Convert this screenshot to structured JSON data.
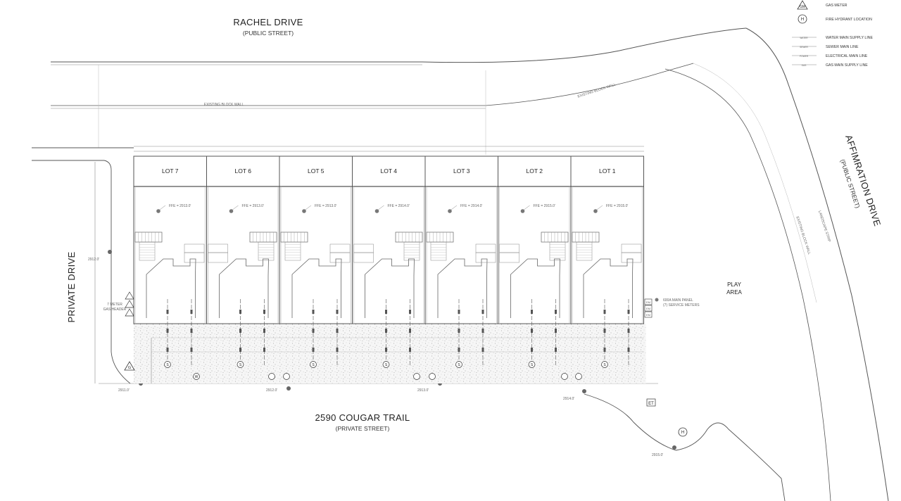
{
  "streets": {
    "north": {
      "name": "RACHEL DRIVE",
      "sub": "(PUBLIC STREET)"
    },
    "east": {
      "name": "AFFIMRATION DRIVE",
      "sub": "(PUBLIC STREET)"
    },
    "west": {
      "name": "PRIVATE DRIVE"
    },
    "south": {
      "name": "2590 COUGAR TRAIL",
      "sub": "(PRIVATE STREET)"
    }
  },
  "labels": {
    "existing_wall": "EXISTING BLOCK WALL",
    "existing_wall_2": "EXISTING BLOCK WALL",
    "existing_wall_3": "EXISTING BLOCK WALL",
    "landscape_strip": "LANDSCAPE STRIP",
    "play_area_1": "PLAY",
    "play_area_2": "AREA",
    "gas_meter_header_1": "7 METER",
    "gas_meter_header_2": "GAS HEADER",
    "main_panel_1": "600A MAIN PANEL",
    "main_panel_2": "(7) SERVICE METERS",
    "et": "ET"
  },
  "lots": [
    {
      "label": "LOT 7",
      "ffe": "FFE = 2913.0'"
    },
    {
      "label": "LOT 6",
      "ffe": "FFE = 2913.0'"
    },
    {
      "label": "LOT 5",
      "ffe": "FFE = 2913.0'"
    },
    {
      "label": "LOT 4",
      "ffe": "FFE = 2914.0'"
    },
    {
      "label": "LOT 3",
      "ffe": "FFE = 2914.0'"
    },
    {
      "label": "LOT 2",
      "ffe": "FFE = 2915.0'"
    },
    {
      "label": "LOT 1",
      "ffe": "FFE = 2915.0'"
    }
  ],
  "elevations": {
    "e1": "2912.0'",
    "e2": "2911.0'",
    "e3": "2912.0'",
    "e4": "2913.0'",
    "e5": "2914.0'",
    "e6": "2915.0'"
  },
  "legend": [
    {
      "symbol": "GM",
      "label": "GAS METER"
    },
    {
      "symbol": "H",
      "label": "FIRE HYDRANT LOCATION"
    },
    {
      "symbol": "WATER",
      "label": "WATER MAIN SUPPLY LINE"
    },
    {
      "symbol": "SEWER",
      "label": "SEWER MAIN LINE"
    },
    {
      "symbol": "POWER",
      "label": "ELECTRICAL MAIN LINE"
    },
    {
      "symbol": "GAS",
      "label": "GAS MAIN SUPPLY LINE"
    }
  ],
  "markers": {
    "sewer": "S",
    "water": "W",
    "gas": "G",
    "em": "EM",
    "hydrant": "H"
  }
}
